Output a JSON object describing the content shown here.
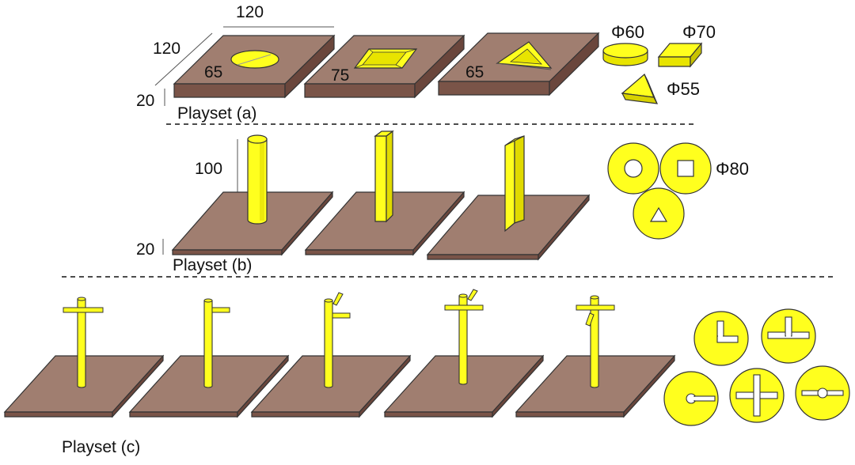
{
  "colors": {
    "board_top": "#a07e70",
    "board_side": "#7a5448",
    "piece": "#ffff1e",
    "piece_dark": "#d8d200",
    "piece_side": "#e8e400",
    "outline": "#333333"
  },
  "playset_a": {
    "label": "Playset (a)",
    "dim_width": "120",
    "dim_depth": "120",
    "dim_height": "20",
    "hole_labels": [
      "65",
      "75",
      "65"
    ],
    "piece_labels": {
      "cylinder": "Φ60",
      "box": "Φ70",
      "triangle": "Φ55"
    }
  },
  "playset_b": {
    "label": "Playset (b)",
    "dim_pole_height": "100",
    "dim_height": "20",
    "disk_label": "Φ80"
  },
  "playset_c": {
    "label": "Playset (c)"
  }
}
